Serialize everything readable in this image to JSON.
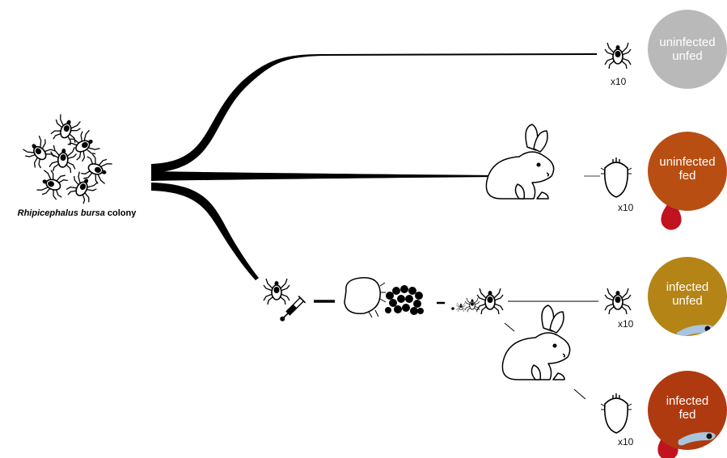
{
  "colony": {
    "species": "Rhipicephalus bursa",
    "suffix": " colony"
  },
  "groups": [
    {
      "id": "uninfected-unfed",
      "line1": "uninfected",
      "line2": "unfed",
      "count": "x10",
      "color": "#b9b9b9",
      "blood": false,
      "parasite": false
    },
    {
      "id": "uninfected-fed",
      "line1": "uninfected",
      "line2": "fed",
      "count": "x10",
      "color": "#b84e12",
      "blood": true,
      "parasite": false
    },
    {
      "id": "infected-unfed",
      "line1": "infected",
      "line2": "unfed",
      "count": "x10",
      "color": "#b58416",
      "blood": false,
      "parasite": true
    },
    {
      "id": "infected-fed",
      "line1": "infected",
      "line2": "fed",
      "count": "x10",
      "color": "#b03a0f",
      "blood": true,
      "parasite": true
    }
  ],
  "colors": {
    "blood_drop": "#c1121f",
    "parasite": "#a9c4dd",
    "line": "#000000"
  },
  "icons": [
    "tick-icon",
    "engorged-tick-icon",
    "rabbit-icon",
    "blood-drop-icon",
    "parasite-icon",
    "syringe-icon",
    "egg-mass-icon",
    "larva-icon",
    "nymph-icon"
  ]
}
